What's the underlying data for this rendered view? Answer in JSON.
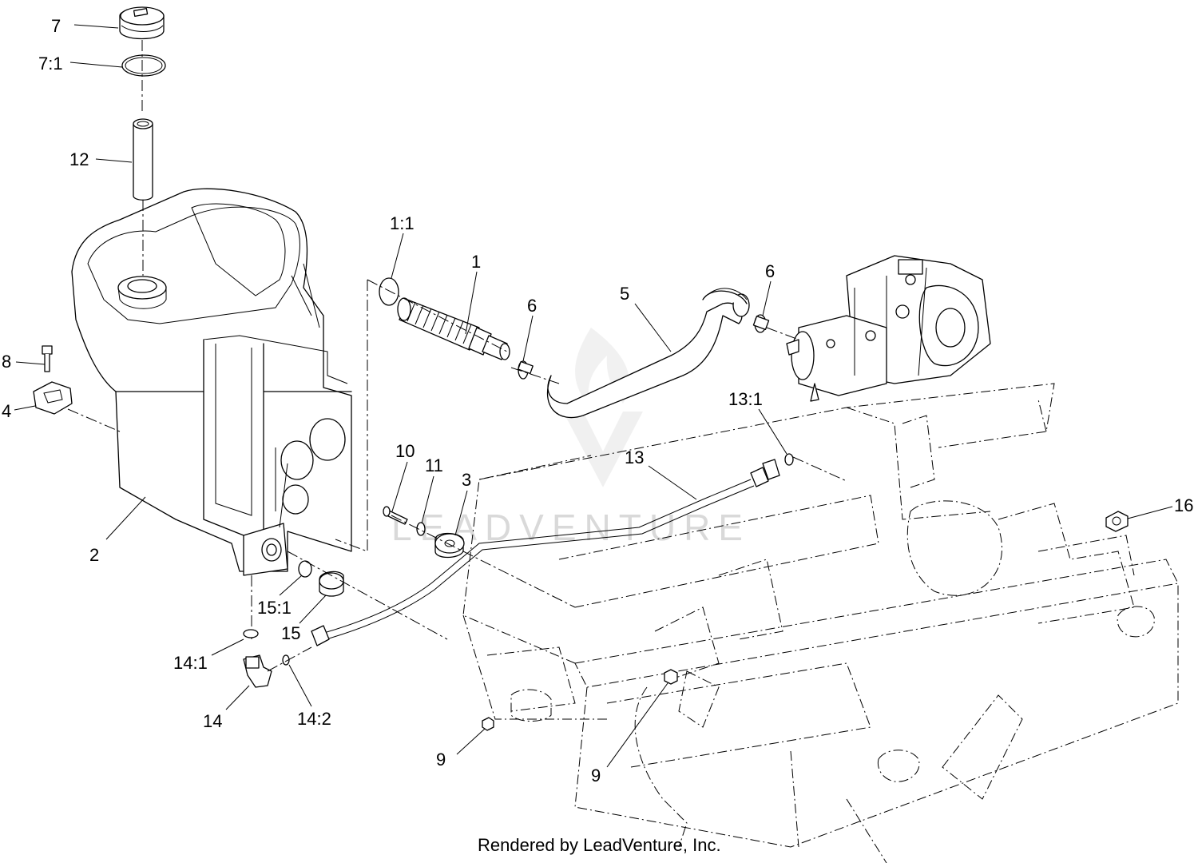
{
  "diagram": {
    "callouts": {
      "c7": "7",
      "c7_1": "7:1",
      "c12": "12",
      "c1_1": "1:1",
      "c1": "1",
      "c6a": "6",
      "c5": "5",
      "c6b": "6",
      "c8": "8",
      "c4": "4",
      "c2": "2",
      "c13_1": "13:1",
      "c13": "13",
      "c10": "10",
      "c11": "11",
      "c3": "3",
      "c16": "16",
      "c15_1": "15:1",
      "c15": "15",
      "c14_1": "14:1",
      "c14": "14",
      "c14_2": "14:2",
      "c9a": "9",
      "c9b": "9"
    },
    "watermark": "LEADVENTURE",
    "footer": "Rendered by LeadVenture, Inc."
  },
  "colors": {
    "line": "#000000",
    "background": "#ffffff",
    "watermark": "#d9d9d9"
  }
}
